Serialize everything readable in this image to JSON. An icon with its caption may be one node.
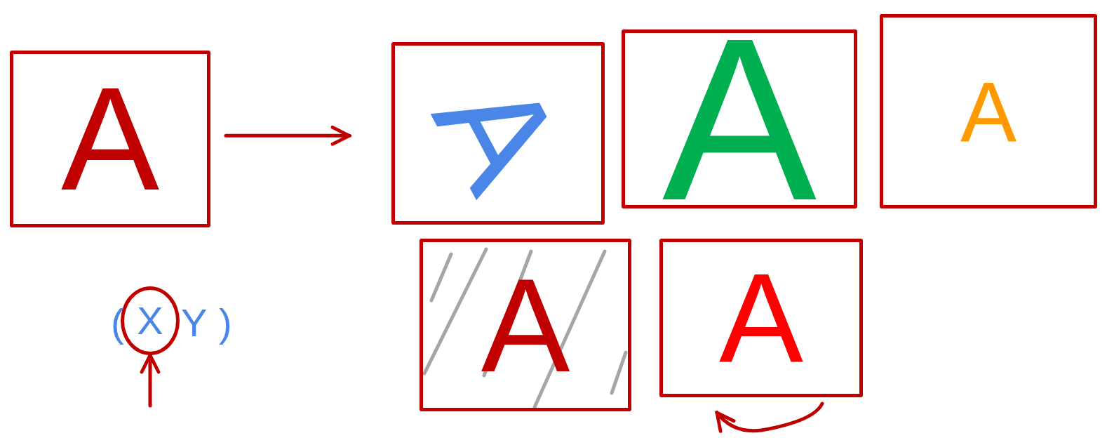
{
  "diagram": {
    "nodes": [
      {
        "text": [
          "A"
        ]
      },
      {
        "text": [
          "A"
        ]
      },
      {
        "text": [
          "A"
        ]
      },
      {
        "text": [
          "A"
        ]
      },
      {
        "text": [
          "A"
        ]
      },
      {
        "text": [
          "A"
        ]
      },
      {
        "text": [
          "X"
        ]
      }
    ],
    "edges": [
      {
        "from": 0,
        "to": 1,
        "arrow": "to"
      },
      {
        "from": null,
        "to": 6,
        "arrow": "to"
      }
    ],
    "labels": [
      "(",
      "Y",
      ")"
    ]
  }
}
